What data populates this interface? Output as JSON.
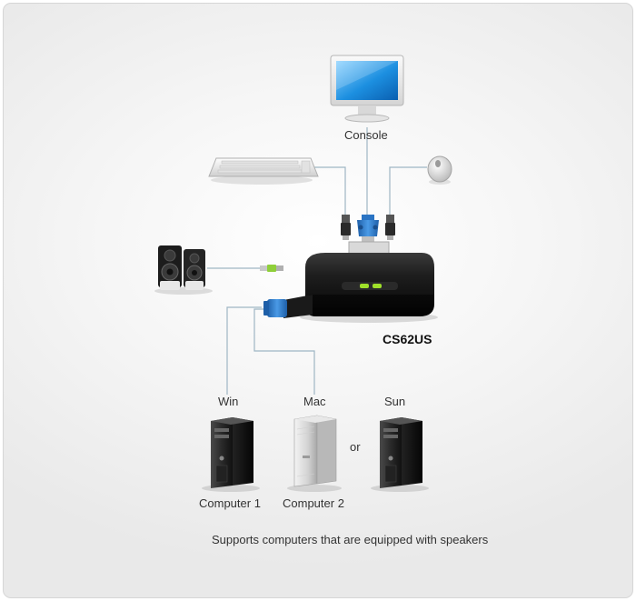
{
  "labels": {
    "console": "Console",
    "device_model": "CS62US",
    "os_win": "Win",
    "os_mac": "Mac",
    "os_sun": "Sun",
    "or": "or",
    "computer1": "Computer 1",
    "computer2": "Computer 2"
  },
  "caption": "Supports computers that are equipped with speakers",
  "colors": {
    "cable": "#9fb6c4",
    "led": "#9fe02a",
    "connector_blue": "#2a74c4",
    "switch_body": "#1a1a1a"
  }
}
